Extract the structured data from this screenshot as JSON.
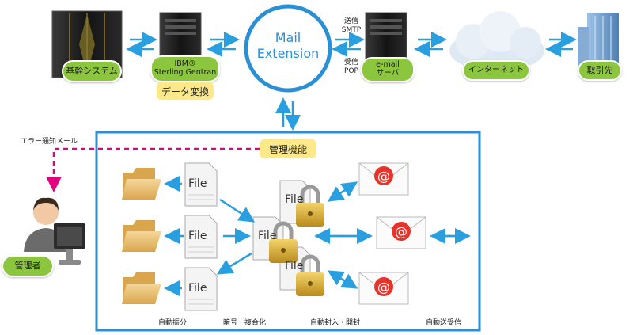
{
  "nodes": {
    "core": "基幹システム",
    "gentran_line1": "IBM®",
    "gentran_line2": "Sterling Gentran",
    "data_conversion": "データ変換",
    "mail_ext_line1": "Mail",
    "mail_ext_line2": "Extension",
    "send_line1": "送信",
    "send_line2": "SMTP",
    "recv_line1": "受信",
    "recv_line2": "POP",
    "email_line1": "e-mail",
    "email_line2": "サーバ",
    "internet": "インターネット",
    "partner": "取引先",
    "error_notice": "エラー通知メール",
    "mgmt_function": "管理機能",
    "admin": "管理者"
  },
  "files": [
    "File",
    "File",
    "File",
    "File",
    "File",
    "File"
  ],
  "captions": {
    "auto_sort": "自動振分",
    "encrypt": "暗号・複合化",
    "seal_open": "自動封入・開封",
    "auto_send_recv": "自動送受信"
  },
  "colors": {
    "accent_blue": "#2b8fd6",
    "arrow_blue": "#2a9fe0",
    "pill_green": "#8cc63f",
    "highlight_yellow": "#fde88a",
    "dash_magenta": "#e4007f"
  }
}
